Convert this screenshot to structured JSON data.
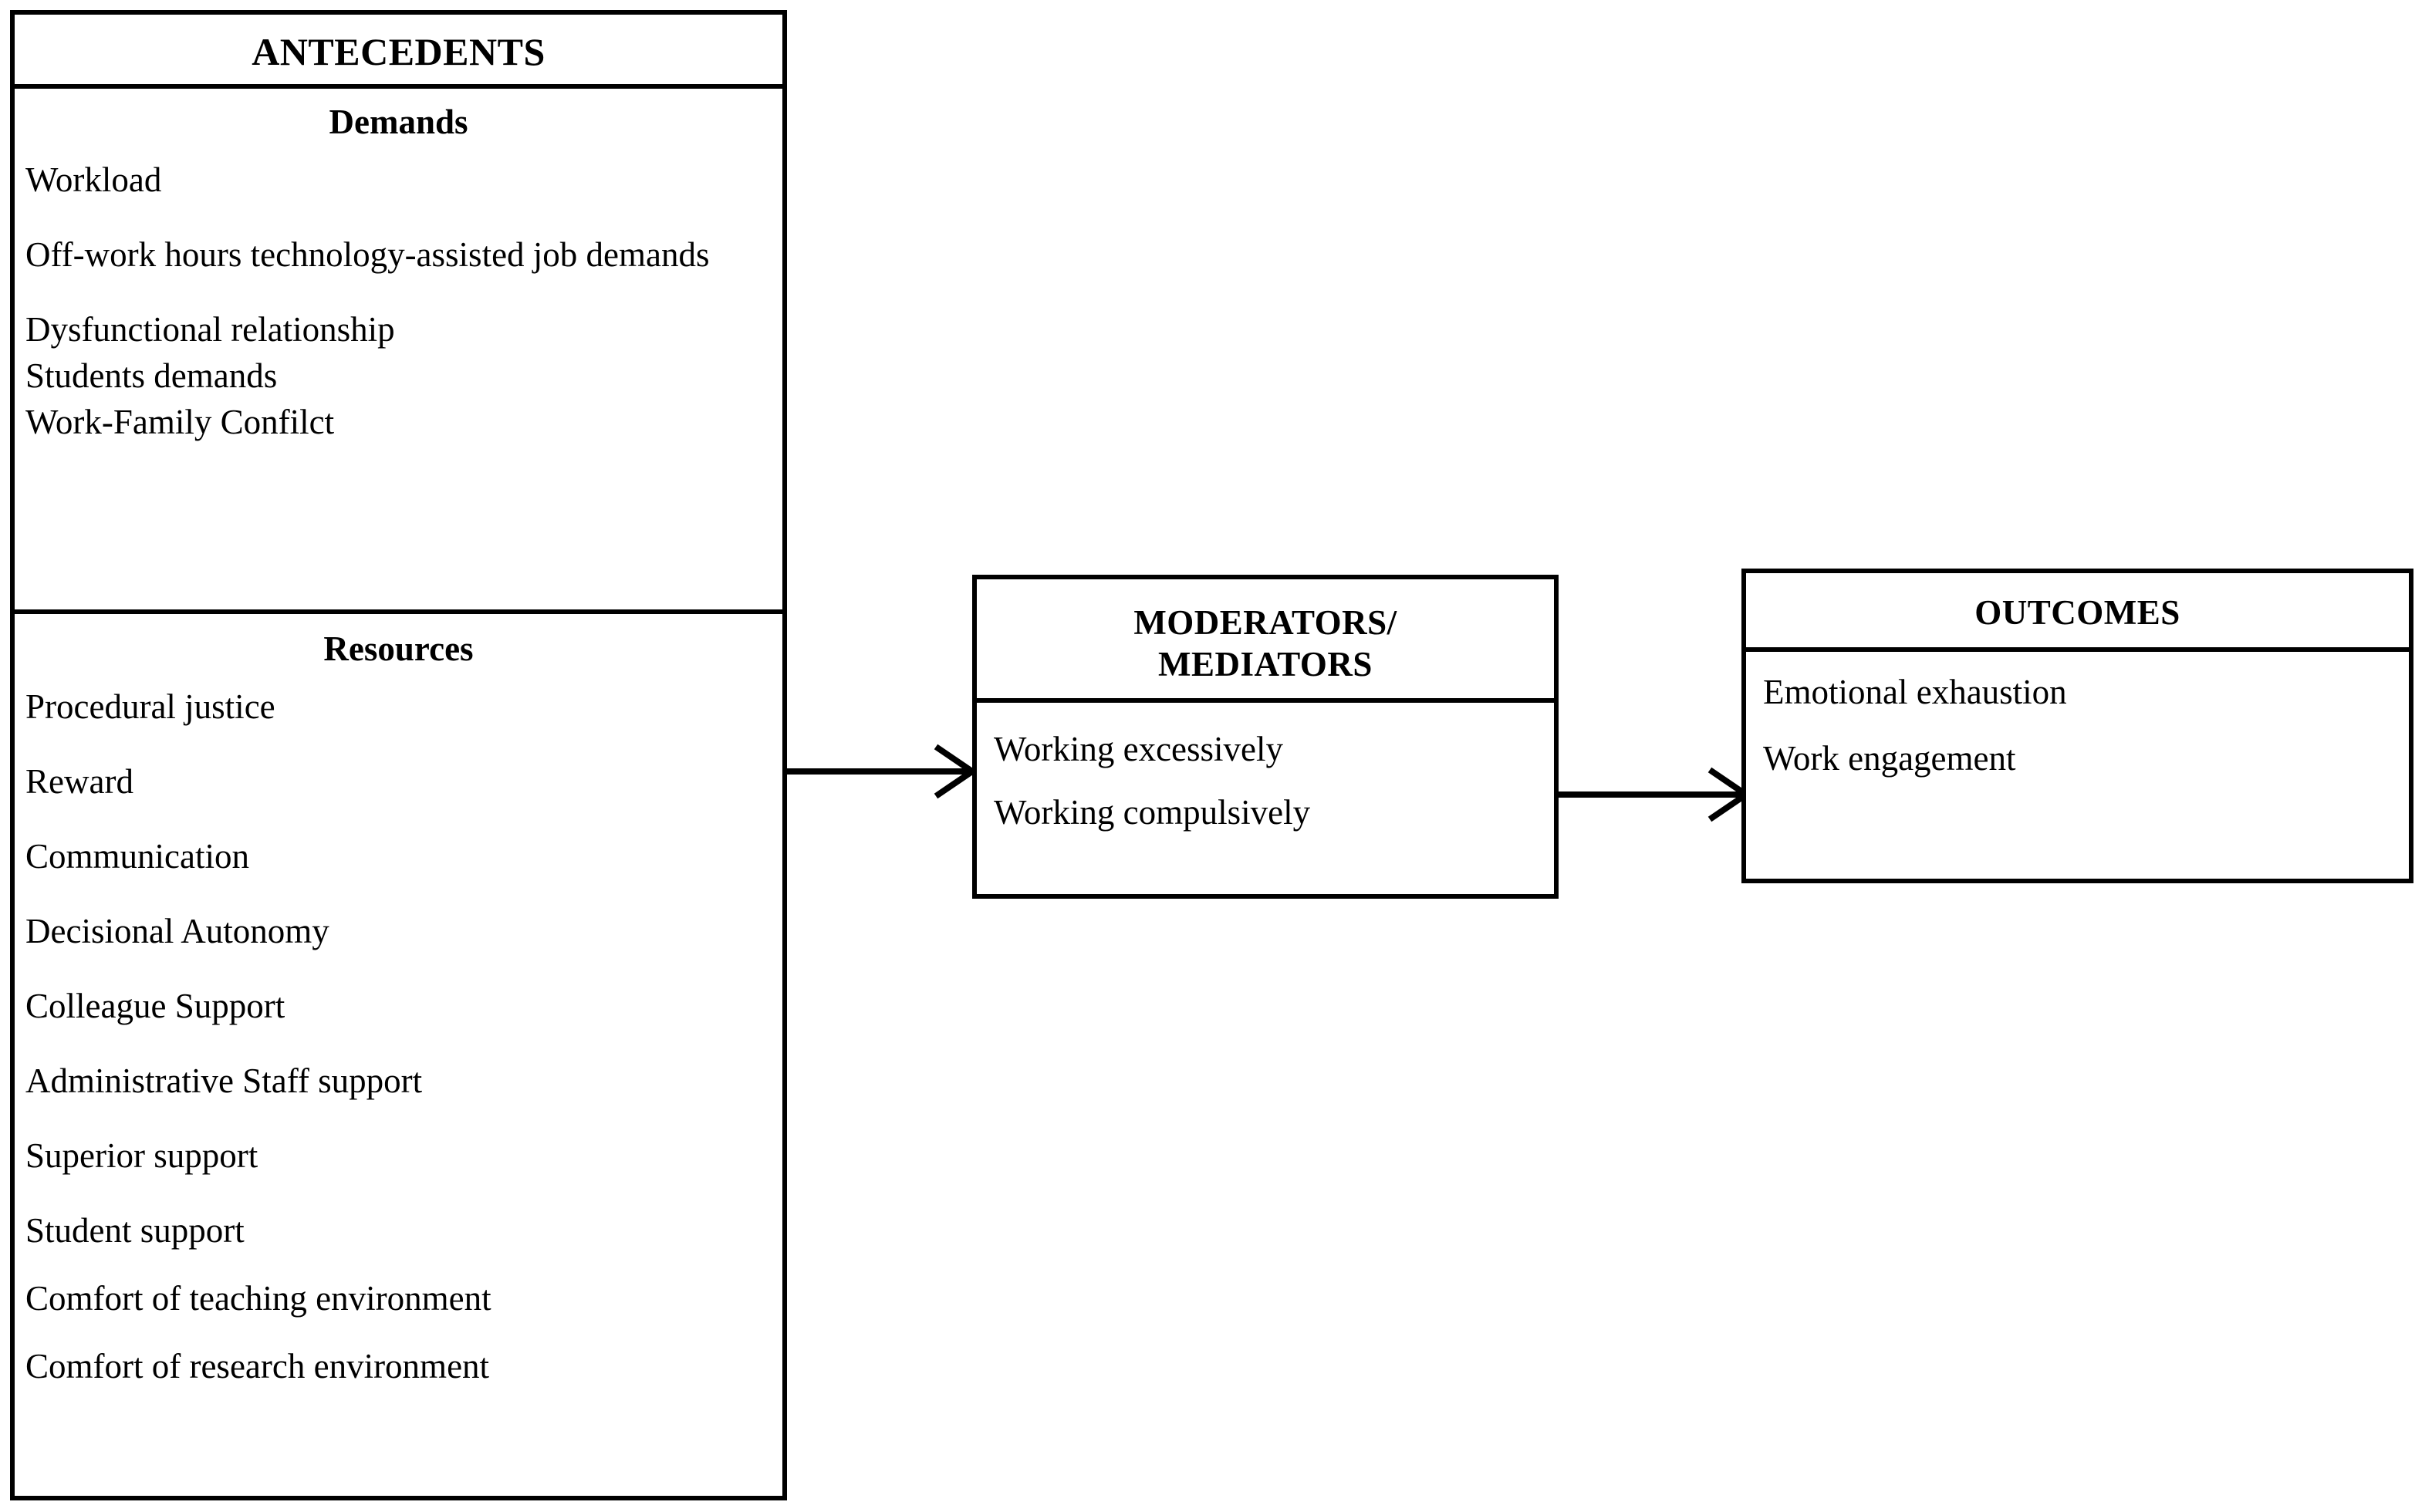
{
  "diagram": {
    "title": "Antecedents, Moderators/Mediators and Outcomes framework",
    "line_color": "#000000",
    "background_color": "#ffffff",
    "text_color": "#000000"
  },
  "antecedents": {
    "header": "ANTECEDENTS",
    "demands": {
      "title": "Demands",
      "items": [
        "Workload",
        "Off-work hours technology-assisted job demands",
        "Dysfunctional relationship",
        "Students demands",
        "Work-Family Confilct"
      ]
    },
    "resources": {
      "title": "Resources",
      "items": [
        "Procedural justice",
        "Reward",
        "Communication",
        "Decisional Autonomy",
        "Colleague Support",
        "Administrative Staff support",
        "Superior support",
        "Student support",
        "Comfort of teaching environment",
        "Comfort of research environment"
      ]
    }
  },
  "moderators": {
    "header_line1": "MODERATORS/",
    "header_line2": "MEDIATORS",
    "items": [
      "Working excessively",
      "Working compulsively"
    ]
  },
  "outcomes": {
    "header": "OUTCOMES",
    "items": [
      "Emotional exhaustion",
      "Work engagement"
    ]
  },
  "arrows": [
    {
      "name": "antecedents-to-moderators",
      "from": "ANTECEDENTS",
      "to": "MODERATORS/MEDIATORS",
      "style": "open-arrowhead"
    },
    {
      "name": "moderators-to-outcomes",
      "from": "MODERATORS/MEDIATORS",
      "to": "OUTCOMES",
      "style": "open-arrowhead"
    }
  ]
}
